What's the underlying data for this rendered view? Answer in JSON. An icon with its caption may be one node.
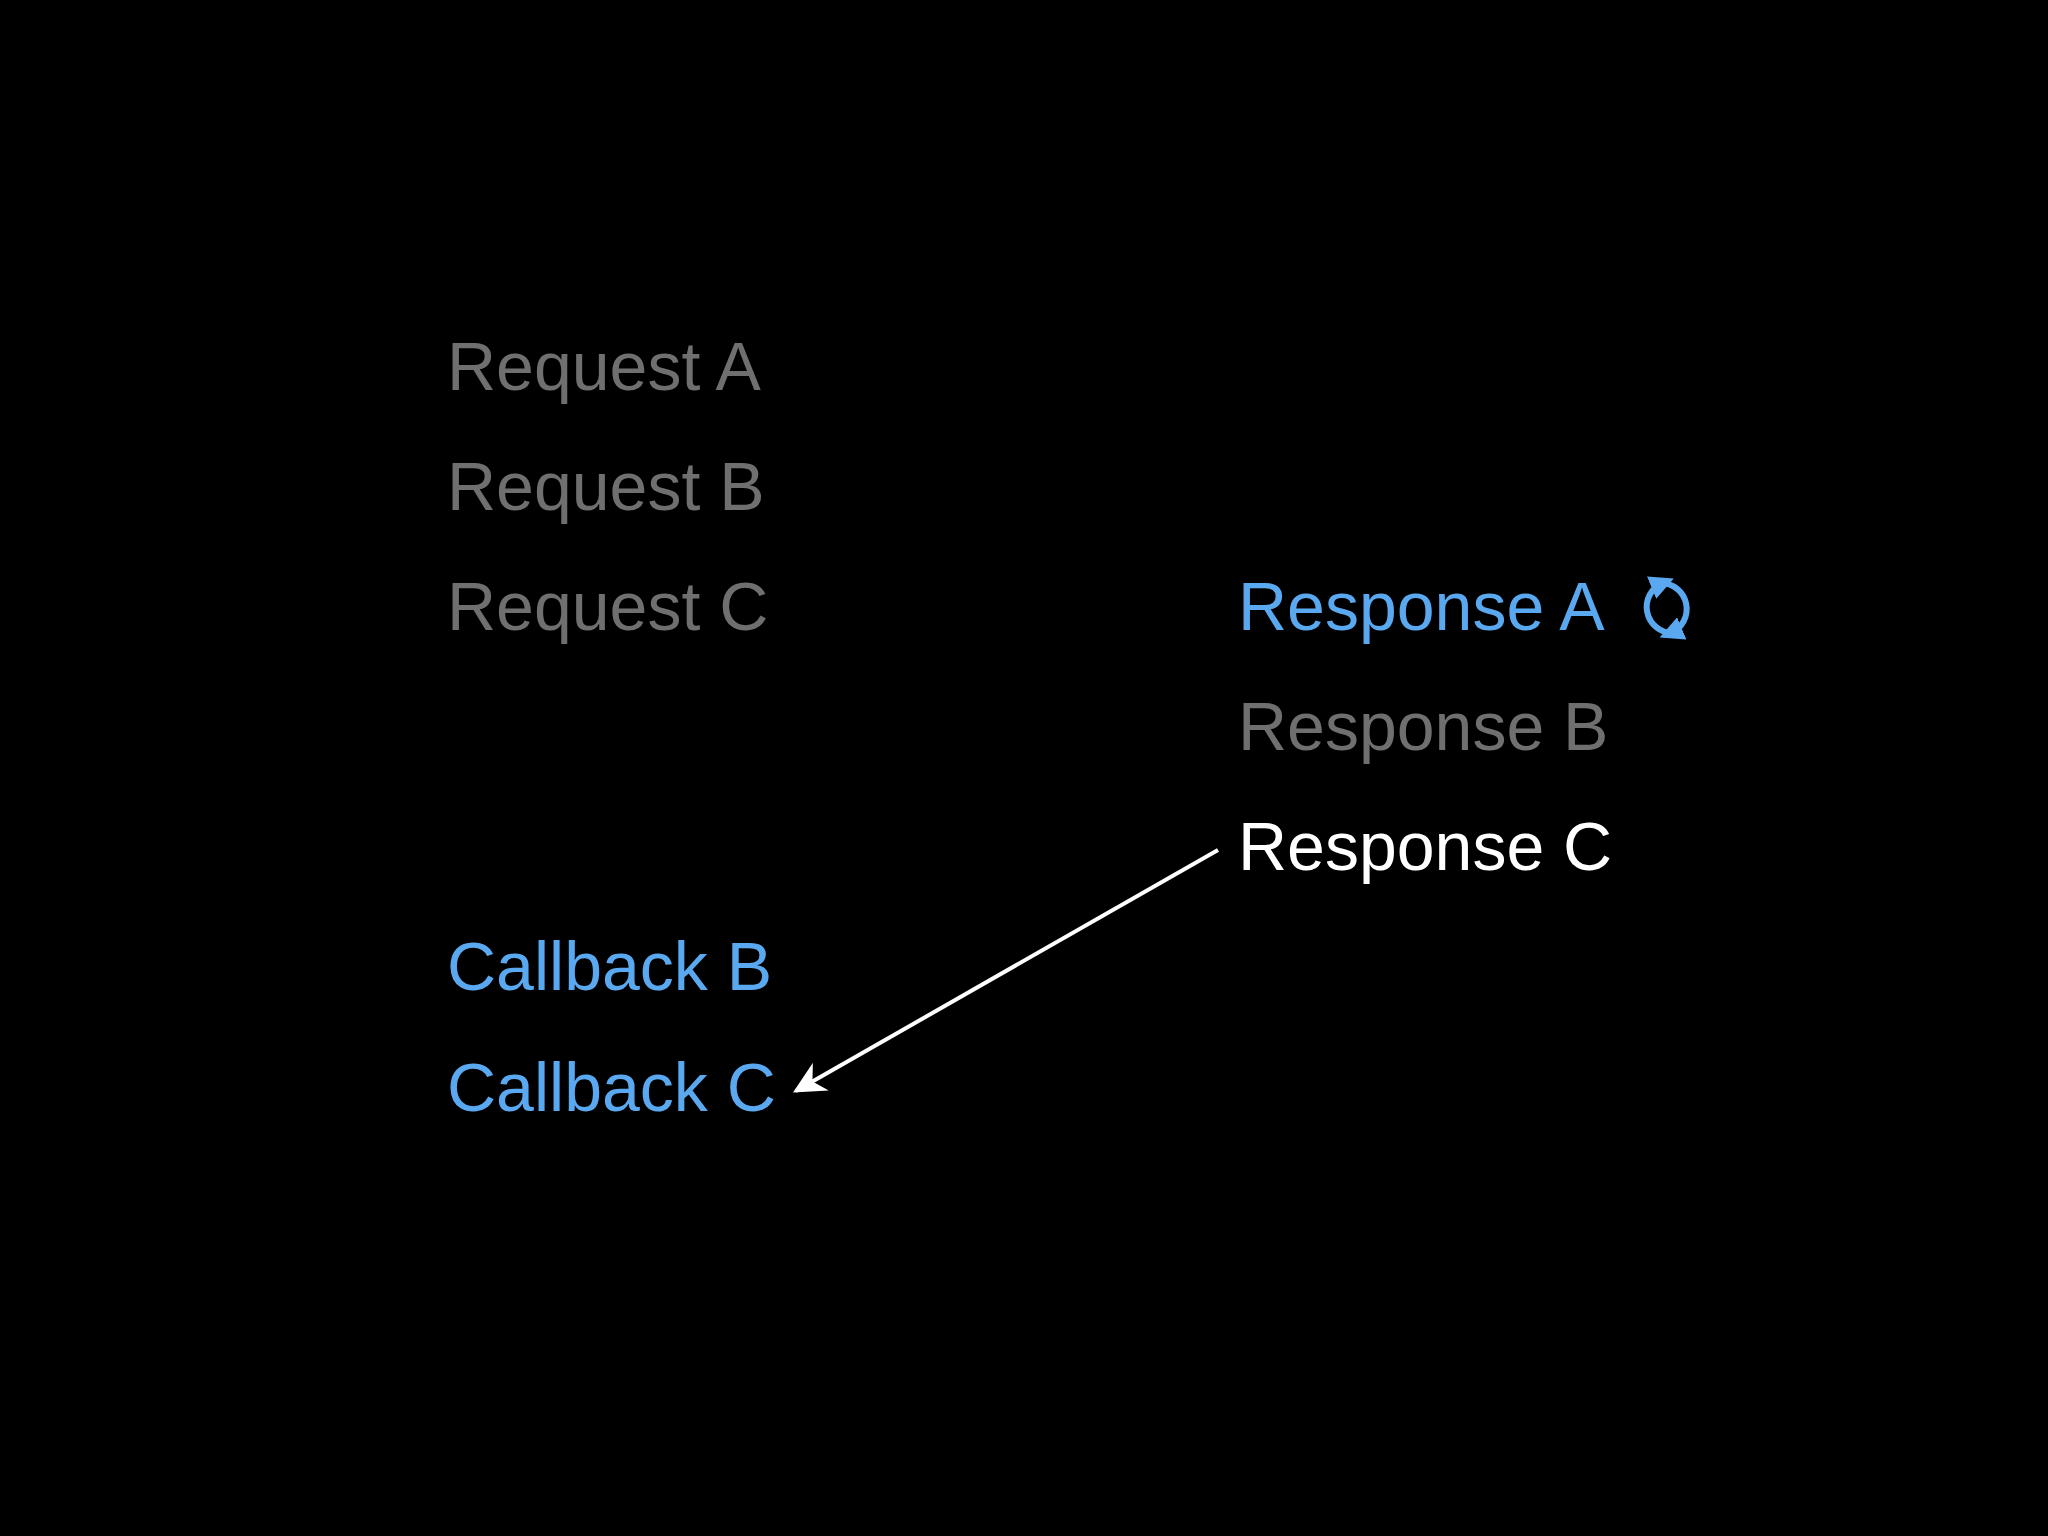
{
  "diagram": {
    "nodes": [
      {
        "text": [
          "Response C"
        ]
      },
      {
        "text": [
          "Callback C"
        ]
      }
    ],
    "edges": [
      {
        "from": 0,
        "to": 1,
        "arrow": "to"
      }
    ],
    "labels": [
      "Request A",
      "Request B",
      "Request C",
      "Response A",
      "Response B",
      "Callback B"
    ]
  }
}
